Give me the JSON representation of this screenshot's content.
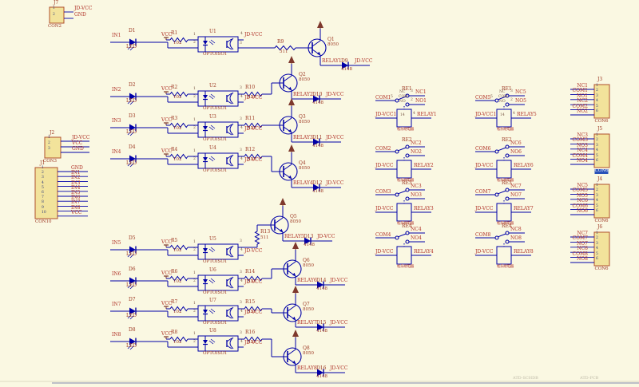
{
  "colors": {
    "bg": "#FAF8E2",
    "wire": "#0000A8",
    "power": "#7E382C",
    "net": "#B03228",
    "des": "#9E3B26",
    "conn_fill": "#F2E39B",
    "conn_border": "#B0502E"
  },
  "jumper": {
    "des": "J7",
    "caption": "CON2",
    "pins": [
      "1",
      "2"
    ],
    "labels": [
      "JD-VCC",
      "GND"
    ]
  },
  "left_connectors": [
    {
      "des": "J2",
      "caption": "CON3",
      "pins": [
        "1",
        "2",
        "3"
      ],
      "labels": [
        "JD-VCC",
        "VCC",
        "GND"
      ]
    },
    {
      "des": "J1",
      "caption": "CON10",
      "pins": [
        "1",
        "2",
        "3",
        "4",
        "5",
        "6",
        "7",
        "8",
        "9",
        "10"
      ],
      "labels": [
        "GND",
        "IN1",
        "IN2",
        "IN3",
        "IN4",
        "IN5",
        "IN6",
        "IN7",
        "IN8",
        "VCC"
      ]
    }
  ],
  "opto_pins": {
    "p1": "1",
    "p2": "2",
    "p3": "3",
    "p4": "4"
  },
  "input_rows": [
    {
      "in": "IN1",
      "led_des": "D1",
      "led_val": "LED",
      "vcc": "VCC",
      "rin": "R1",
      "rin_val": "102",
      "u": "U1",
      "u_val": "OPTOISO1",
      "jdvcc": "JD-VCC",
      "rb": "R9",
      "rb_val": "511",
      "q": "Q1",
      "q_val": "8050",
      "relay": "RELAY1",
      "fd": "D9",
      "fd_val": "4148",
      "fd_net": "JD-VCC"
    },
    {
      "in": "IN2",
      "led_des": "D2",
      "led_val": "LED",
      "vcc": "VCC",
      "rin": "R2",
      "rin_val": "102",
      "u": "U2",
      "u_val": "OPTOISO1",
      "jdvcc": "JD-VCC",
      "rb": "R10",
      "rb_val": "511",
      "q": "Q2",
      "q_val": "8050",
      "relay": "RELAY2",
      "fd": "D10",
      "fd_val": "4148",
      "fd_net": "JD-VCC"
    },
    {
      "in": "IN3",
      "led_des": "D3",
      "led_val": "LED",
      "vcc": "VCC",
      "rin": "R3",
      "rin_val": "102",
      "u": "U3",
      "u_val": "OPTOISO1",
      "jdvcc": "JD-VCC",
      "rb": "R11",
      "rb_val": "511",
      "q": "Q3",
      "q_val": "8050",
      "relay": "RELAY3",
      "fd": "D11",
      "fd_val": "4148",
      "fd_net": "JD-VCC"
    },
    {
      "in": "IN4",
      "led_des": "D4",
      "led_val": "LED",
      "vcc": "VCC",
      "rin": "R4",
      "rin_val": "102",
      "u": "U4",
      "u_val": "OPTOISO1",
      "jdvcc": "JD-VCC",
      "rb": "R12",
      "rb_val": "511",
      "q": "Q4",
      "q_val": "8050",
      "relay": "RELAY4",
      "fd": "D12",
      "fd_val": "4148",
      "fd_net": "JD-VCC"
    },
    {
      "in": "IN5",
      "led_des": "D5",
      "led_val": "LED",
      "vcc": "VCC",
      "rin": "R5",
      "rin_val": "102",
      "u": "U5",
      "u_val": "OPTOISO1",
      "jdvcc": "JD-VCC",
      "rb": "R13",
      "rb_val": "511",
      "q": "Q5",
      "q_val": "8050",
      "relay": "RELAY5",
      "fd": "D13",
      "fd_val": "4148",
      "fd_net": "JD-VCC"
    },
    {
      "in": "IN6",
      "led_des": "D6",
      "led_val": "LED",
      "vcc": "VCC",
      "rin": "R6",
      "rin_val": "102",
      "u": "U6",
      "u_val": "OPTOISO1",
      "jdvcc": "JD-VCC",
      "rb": "R14",
      "rb_val": "511",
      "q": "Q6",
      "q_val": "8050",
      "relay": "RELAY6",
      "fd": "D14",
      "fd_val": "4148",
      "fd_net": "JD-VCC"
    },
    {
      "in": "IN7",
      "led_des": "D7",
      "led_val": "LED",
      "vcc": "VCC",
      "rin": "R7",
      "rin_val": "102",
      "u": "U7",
      "u_val": "OPTOISO1",
      "jdvcc": "JD-VCC",
      "rb": "R15",
      "rb_val": "511",
      "q": "Q7",
      "q_val": "8050",
      "relay": "RELAY7",
      "fd": "D15",
      "fd_val": "4148",
      "fd_net": "JD-VCC"
    },
    {
      "in": "IN8",
      "led_des": "D8",
      "led_val": "LED",
      "vcc": "VCC",
      "rin": "R8",
      "rin_val": "102",
      "u": "U8",
      "u_val": "OPTOISO1",
      "jdvcc": "JD-VCC",
      "rb": "R16",
      "rb_val": "511",
      "q": "Q8",
      "q_val": "8050",
      "relay": "RELAY8",
      "fd": "D16",
      "fd_val": "4148",
      "fd_net": "JD-VCC"
    }
  ],
  "relay_caption": "松乐继电器",
  "relay_tags": {
    "nc": "NC",
    "com": "COM",
    "no": "NO"
  },
  "relays_left": [
    {
      "des": "RE1",
      "com": "COM1",
      "com_pin": "5",
      "nc": "NC1",
      "nc_pin": "3",
      "no": "NO1",
      "no_pin": "2",
      "coil_net": "JD-VCC1",
      "coil_pins": "14",
      "pin4": "4",
      "relay_net": "RELAY1"
    },
    {
      "des": "RE2",
      "com": "COM2",
      "nc": "NC2",
      "no": "NO2",
      "coil_net": "JD-VCC",
      "relay_net": "RELAY2"
    },
    {
      "des": "RE3",
      "com": "COM3",
      "nc": "NC3",
      "no": "NO3",
      "coil_net": "JD-VCC",
      "relay_net": "RELAY3"
    },
    {
      "des": "RE4",
      "com": "COM4",
      "nc": "NC4",
      "no": "NO4",
      "coil_net": "JD-VCC",
      "relay_net": "RELAY4"
    }
  ],
  "relays_right": [
    {
      "des": "RE1",
      "com": "COM5",
      "com_pin": "5",
      "nc": "NC5",
      "nc_pin": "3",
      "no": "NO5",
      "no_pin": "2",
      "coil_net": "JD-VCC1",
      "coil_pins": "14",
      "pin4": "4",
      "relay_net": "RELAY5"
    },
    {
      "des": "RE2",
      "com": "COM6",
      "nc": "NC6",
      "no": "NO6",
      "coil_net": "JD-VCC",
      "relay_net": "RELAY6"
    },
    {
      "des": "RE3",
      "com": "COM7",
      "nc": "NC7",
      "no": "NO7",
      "coil_net": "JD-VCC",
      "relay_net": "RELAY7"
    },
    {
      "des": "RE4",
      "com": "COM8",
      "nc": "NC8",
      "no": "NO8",
      "coil_net": "JD-VCC",
      "relay_net": "RELAY8"
    }
  ],
  "right_connectors": [
    {
      "des": "J3",
      "caption": "CON6",
      "selected": false,
      "pins": [
        "1",
        "2",
        "3",
        "4",
        "5",
        "6"
      ],
      "labels": [
        "NC1",
        "COM1",
        "NO1",
        "NC2",
        "COM2",
        "NO2"
      ]
    },
    {
      "des": "J5",
      "caption": "CON6",
      "selected": true,
      "pins": [
        "1",
        "2",
        "3",
        "4",
        "5",
        "6"
      ],
      "labels": [
        "NC3",
        "COM3",
        "NO3",
        "NC4",
        "COM4",
        "NO4"
      ]
    },
    {
      "des": "J4",
      "caption": "CON6",
      "selected": false,
      "pins": [
        "1",
        "2",
        "3",
        "4",
        "5",
        "6"
      ],
      "labels": [
        "NC5",
        "COM5",
        "NO5",
        "NC6",
        "COM6",
        "NO6"
      ]
    },
    {
      "des": "J6",
      "caption": "CON6",
      "selected": false,
      "pins": [
        "1",
        "2",
        "3",
        "4",
        "5",
        "6"
      ],
      "labels": [
        "NC7",
        "COM7",
        "NO7",
        "NC8",
        "COM8",
        "NO8"
      ]
    }
  ],
  "footer": {
    "left": "ATD-SCHDB",
    "right": "ATD-PCB"
  }
}
